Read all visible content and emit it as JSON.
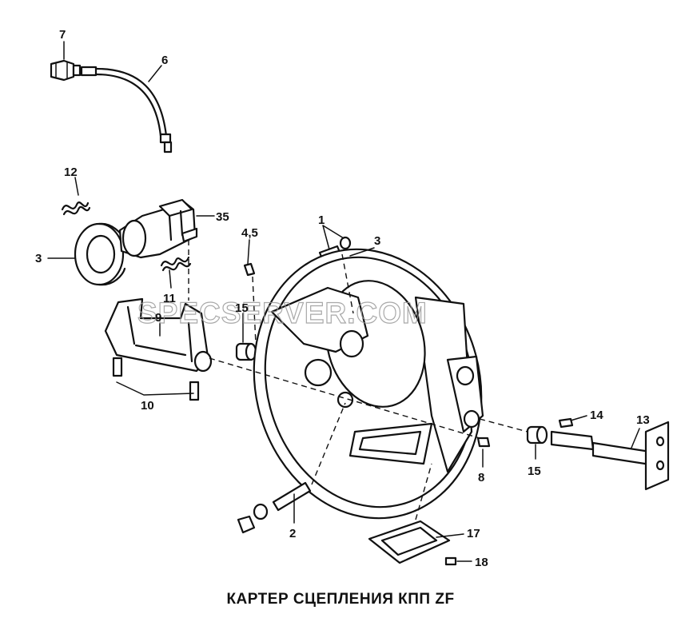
{
  "caption": "КАРТЕР СЦЕПЛЕНИЯ КПП ZF",
  "watermark": "SPECSERVER.COM",
  "callouts": {
    "c7": "7",
    "c6": "6",
    "c12": "12",
    "c35": "35",
    "c3_left": "3",
    "c11": "11",
    "c9": "9",
    "c10": "10",
    "c4_5": "4,5",
    "c15_upper": "15",
    "c1": "1",
    "c3_right": "3",
    "c14": "14",
    "c13": "13",
    "c15_lower": "15",
    "c8": "8",
    "c2": "2",
    "c17": "17",
    "c18": "18"
  }
}
